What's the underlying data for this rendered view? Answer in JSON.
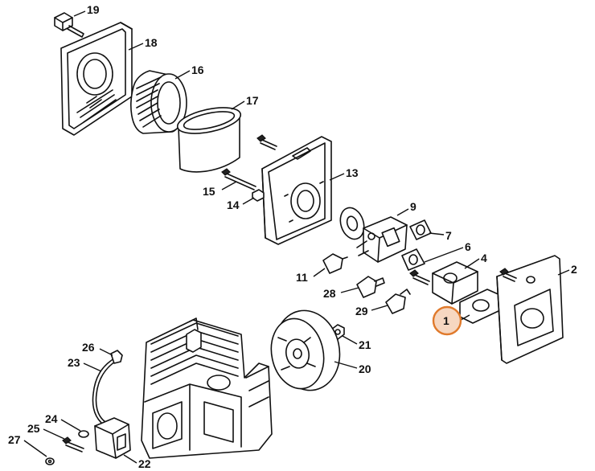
{
  "callouts": {
    "c1": "1",
    "c2": "2",
    "c4": "4",
    "c6": "6",
    "c7": "7",
    "c9": "9",
    "c11": "11",
    "c13": "13",
    "c14": "14",
    "c15": "15",
    "c16": "16",
    "c17": "17",
    "c18": "18",
    "c19": "19",
    "c20": "20",
    "c21": "21",
    "c22": "22",
    "c23": "23",
    "c24": "24",
    "c25": "25",
    "c26": "26",
    "c27": "27",
    "c28": "28",
    "c29": "29"
  },
  "highlight": {
    "part": "1",
    "color": "#e07a2c",
    "fill": "#f6d7c1"
  }
}
